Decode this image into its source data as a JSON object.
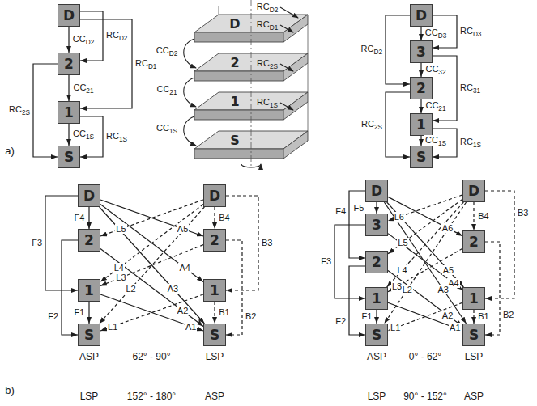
{
  "diagram": {
    "nodes": [
      {
        "text": [
          "D"
        ]
      },
      {
        "text": [
          "2"
        ]
      },
      {
        "text": [
          "1"
        ]
      },
      {
        "text": [
          "S"
        ]
      },
      {
        "text": [
          "D"
        ]
      },
      {
        "text": [
          "3"
        ]
      },
      {
        "text": [
          "2"
        ]
      },
      {
        "text": [
          "1"
        ]
      },
      {
        "text": [
          "S"
        ]
      },
      {
        "text": [
          "D"
        ]
      },
      {
        "text": [
          "2"
        ]
      },
      {
        "text": [
          "1"
        ]
      },
      {
        "text": [
          "S"
        ]
      },
      {
        "text": [
          "D"
        ]
      },
      {
        "text": [
          "2"
        ]
      },
      {
        "text": [
          "1"
        ]
      },
      {
        "text": [
          "S"
        ]
      },
      {
        "text": [
          "D"
        ]
      },
      {
        "text": [
          "3"
        ]
      },
      {
        "text": [
          "2"
        ]
      },
      {
        "text": [
          "1"
        ]
      },
      {
        "text": [
          "S"
        ]
      },
      {
        "text": [
          "D"
        ]
      },
      {
        "text": [
          "2"
        ]
      },
      {
        "text": [
          "1"
        ]
      },
      {
        "text": [
          "S"
        ]
      }
    ],
    "edges": [
      {
        "from": 0,
        "to": 1,
        "label": "CCD2",
        "arrow": "to"
      },
      {
        "from": 0,
        "to": 1,
        "label": "RCD2",
        "arrow": "to"
      },
      {
        "from": 0,
        "to": 2,
        "label": "RCD1",
        "arrow": "to"
      },
      {
        "from": 1,
        "to": 2,
        "label": "CC21",
        "arrow": "to"
      },
      {
        "from": 1,
        "to": 3,
        "label": "RC2S",
        "arrow": "to"
      },
      {
        "from": 2,
        "to": 3,
        "label": "CC1S",
        "arrow": "to"
      },
      {
        "from": 2,
        "to": 3,
        "label": "RC1S",
        "arrow": "to"
      },
      {
        "from": 4,
        "to": 5,
        "label": "CCD3",
        "arrow": "to"
      },
      {
        "from": 4,
        "to": 5,
        "label": "RCD3",
        "arrow": "to"
      },
      {
        "from": 4,
        "to": 6,
        "label": "RCD2",
        "arrow": "to"
      },
      {
        "from": 5,
        "to": 6,
        "label": "CC32",
        "arrow": "to"
      },
      {
        "from": 5,
        "to": 7,
        "label": "RC31",
        "arrow": "to"
      },
      {
        "from": 6,
        "to": 7,
        "label": "CC21",
        "arrow": "to"
      },
      {
        "from": 6,
        "to": 8,
        "label": "RC2S",
        "arrow": "to"
      },
      {
        "from": 7,
        "to": 8,
        "label": "CC1S",
        "arrow": "to"
      },
      {
        "from": 7,
        "to": 8,
        "label": "RC1S",
        "arrow": "to"
      },
      {
        "from": 9,
        "to": 10,
        "label": "F4",
        "arrow": "to"
      },
      {
        "from": 9,
        "to": 11,
        "label": "F3",
        "arrow": "to"
      },
      {
        "from": 10,
        "to": 12,
        "label": "F2",
        "arrow": "to"
      },
      {
        "from": 11,
        "to": 12,
        "label": "F1",
        "arrow": "to"
      },
      {
        "from": 9,
        "to": 14,
        "label": "A5",
        "arrow": "to"
      },
      {
        "from": 9,
        "to": 15,
        "label": "A4",
        "arrow": "to"
      },
      {
        "from": 9,
        "to": 16,
        "label": "A3",
        "arrow": "to"
      },
      {
        "from": 10,
        "to": 16,
        "label": "A2",
        "arrow": "to"
      },
      {
        "from": 11,
        "to": 16,
        "label": "A1",
        "arrow": "to"
      },
      {
        "from": 13,
        "to": 10,
        "label": "L5",
        "arrow": "to"
      },
      {
        "from": 13,
        "to": 11,
        "label": "L4",
        "arrow": "to"
      },
      {
        "from": 14,
        "to": 11,
        "label": "L3",
        "arrow": "to"
      },
      {
        "from": 13,
        "to": 12,
        "label": "L2",
        "arrow": "to"
      },
      {
        "from": 15,
        "to": 12,
        "label": "L1",
        "arrow": "to"
      },
      {
        "from": 13,
        "to": 14,
        "label": "B4",
        "arrow": "to"
      },
      {
        "from": 13,
        "to": 15,
        "label": "B3",
        "arrow": "to"
      },
      {
        "from": 14,
        "to": 16,
        "label": "B2",
        "arrow": "to"
      },
      {
        "from": 15,
        "to": 16,
        "label": "B1",
        "arrow": "to"
      },
      {
        "from": 17,
        "to": 18,
        "label": "F5",
        "arrow": "to"
      },
      {
        "from": 17,
        "to": 19,
        "label": "F4",
        "arrow": "to"
      },
      {
        "from": 18,
        "to": 20,
        "label": "F3",
        "arrow": "to"
      },
      {
        "from": 19,
        "to": 21,
        "label": "F2",
        "arrow": "to"
      },
      {
        "from": 20,
        "to": 21,
        "label": "F1",
        "arrow": "to"
      },
      {
        "from": 17,
        "to": 23,
        "label": "A6",
        "arrow": "to"
      },
      {
        "from": 17,
        "to": 24,
        "label": "A5",
        "arrow": "to"
      },
      {
        "from": 18,
        "to": 24,
        "label": "A4",
        "arrow": "to"
      },
      {
        "from": 17,
        "to": 25,
        "label": "A3",
        "arrow": "to"
      },
      {
        "from": 19,
        "to": 25,
        "label": "A2",
        "arrow": "to"
      },
      {
        "from": 20,
        "to": 25,
        "label": "A1",
        "arrow": "to"
      },
      {
        "from": 22,
        "to": 18,
        "label": "L6",
        "arrow": "to"
      },
      {
        "from": 22,
        "to": 19,
        "label": "L5",
        "arrow": "to"
      },
      {
        "from": 22,
        "to": 20,
        "label": "L4",
        "arrow": "to"
      },
      {
        "from": 23,
        "to": 20,
        "label": "L3",
        "arrow": "to"
      },
      {
        "from": 22,
        "to": 21,
        "label": "L2",
        "arrow": "to"
      },
      {
        "from": 24,
        "to": 21,
        "label": "L1",
        "arrow": "to"
      },
      {
        "from": 22,
        "to": 23,
        "label": "B4",
        "arrow": "to"
      },
      {
        "from": 22,
        "to": 24,
        "label": "B3",
        "arrow": "to"
      },
      {
        "from": 23,
        "to": 25,
        "label": "B2",
        "arrow": "to"
      },
      {
        "from": 24,
        "to": 25,
        "label": "B1",
        "arrow": "to"
      }
    ],
    "labels": [
      "a)",
      "RCD2",
      "RCD1",
      "D",
      "CCD2",
      "2",
      "RC2S",
      "CC21",
      "1",
      "RC1S",
      "CC1S",
      "S",
      "ASP",
      "62° - 90°",
      "LSP",
      "ASP",
      "0° - 62°",
      "LSP",
      "b)",
      "LSP",
      "152° - 180°",
      "ASP",
      "LSP",
      "90° - 152°",
      "ASP"
    ]
  }
}
